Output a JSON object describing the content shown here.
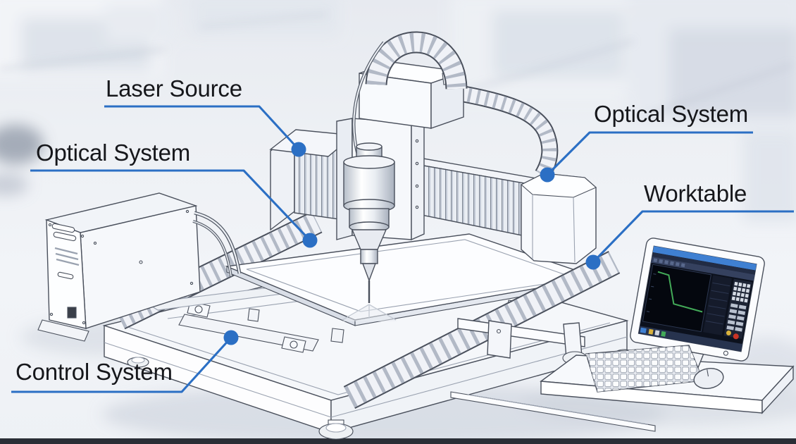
{
  "diagram": {
    "accent_color": "#2b6fc4",
    "callouts": [
      {
        "id": "laser-source",
        "text": "Laser Source"
      },
      {
        "id": "optical-system-left",
        "text": "Optical System"
      },
      {
        "id": "optical-system-right",
        "text": "Optical System"
      },
      {
        "id": "worktable",
        "text": "Worktable"
      },
      {
        "id": "control-system",
        "text": "Control System"
      }
    ],
    "monitor": {
      "titlebar_color": "#3f80d2",
      "curve_color": "#43aa58",
      "stop_button_color": "#c93425",
      "start_button_color": "#d9b23c"
    }
  }
}
